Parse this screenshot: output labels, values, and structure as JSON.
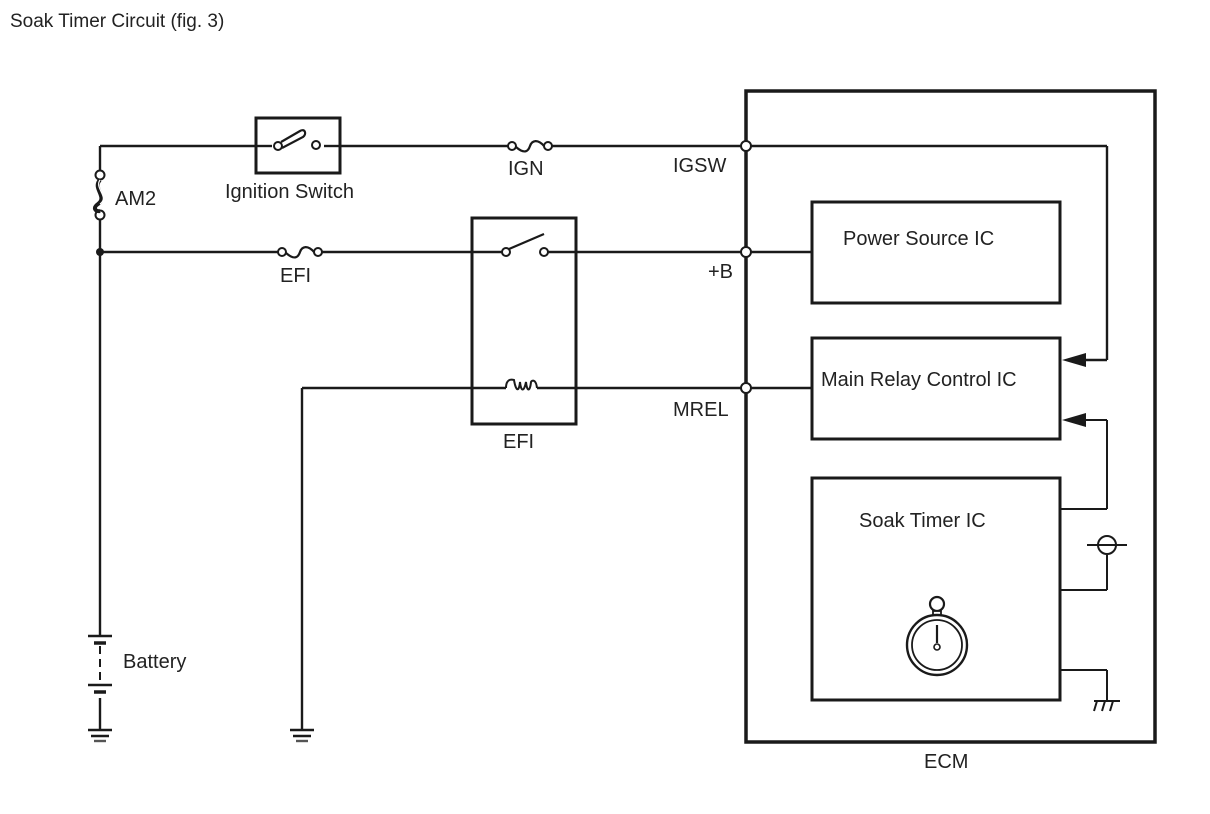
{
  "title": "Soak Timer Circuit (fig. 3)",
  "components": {
    "am2_fuse": "AM2",
    "ignition_switch": "Ignition Switch",
    "ign_fuse": "IGN",
    "efi_fuse": "EFI",
    "efi_relay": "EFI",
    "battery": "Battery"
  },
  "ecm": {
    "label": "ECM",
    "terminals": {
      "igsw": "IGSW",
      "plus_b": "+B",
      "mrel": "MREL"
    },
    "blocks": {
      "power_source": "Power Source IC",
      "main_relay_control": "Main Relay Control IC",
      "soak_timer": "Soak Timer IC"
    }
  },
  "icons": {
    "soak_timer": "stopwatch-icon",
    "power_supply": "power-supply-symbol",
    "ecm_ground": "chassis-ground-icon",
    "battery_ground": "ground-icon",
    "relay_coil_ground": "ground-icon"
  }
}
